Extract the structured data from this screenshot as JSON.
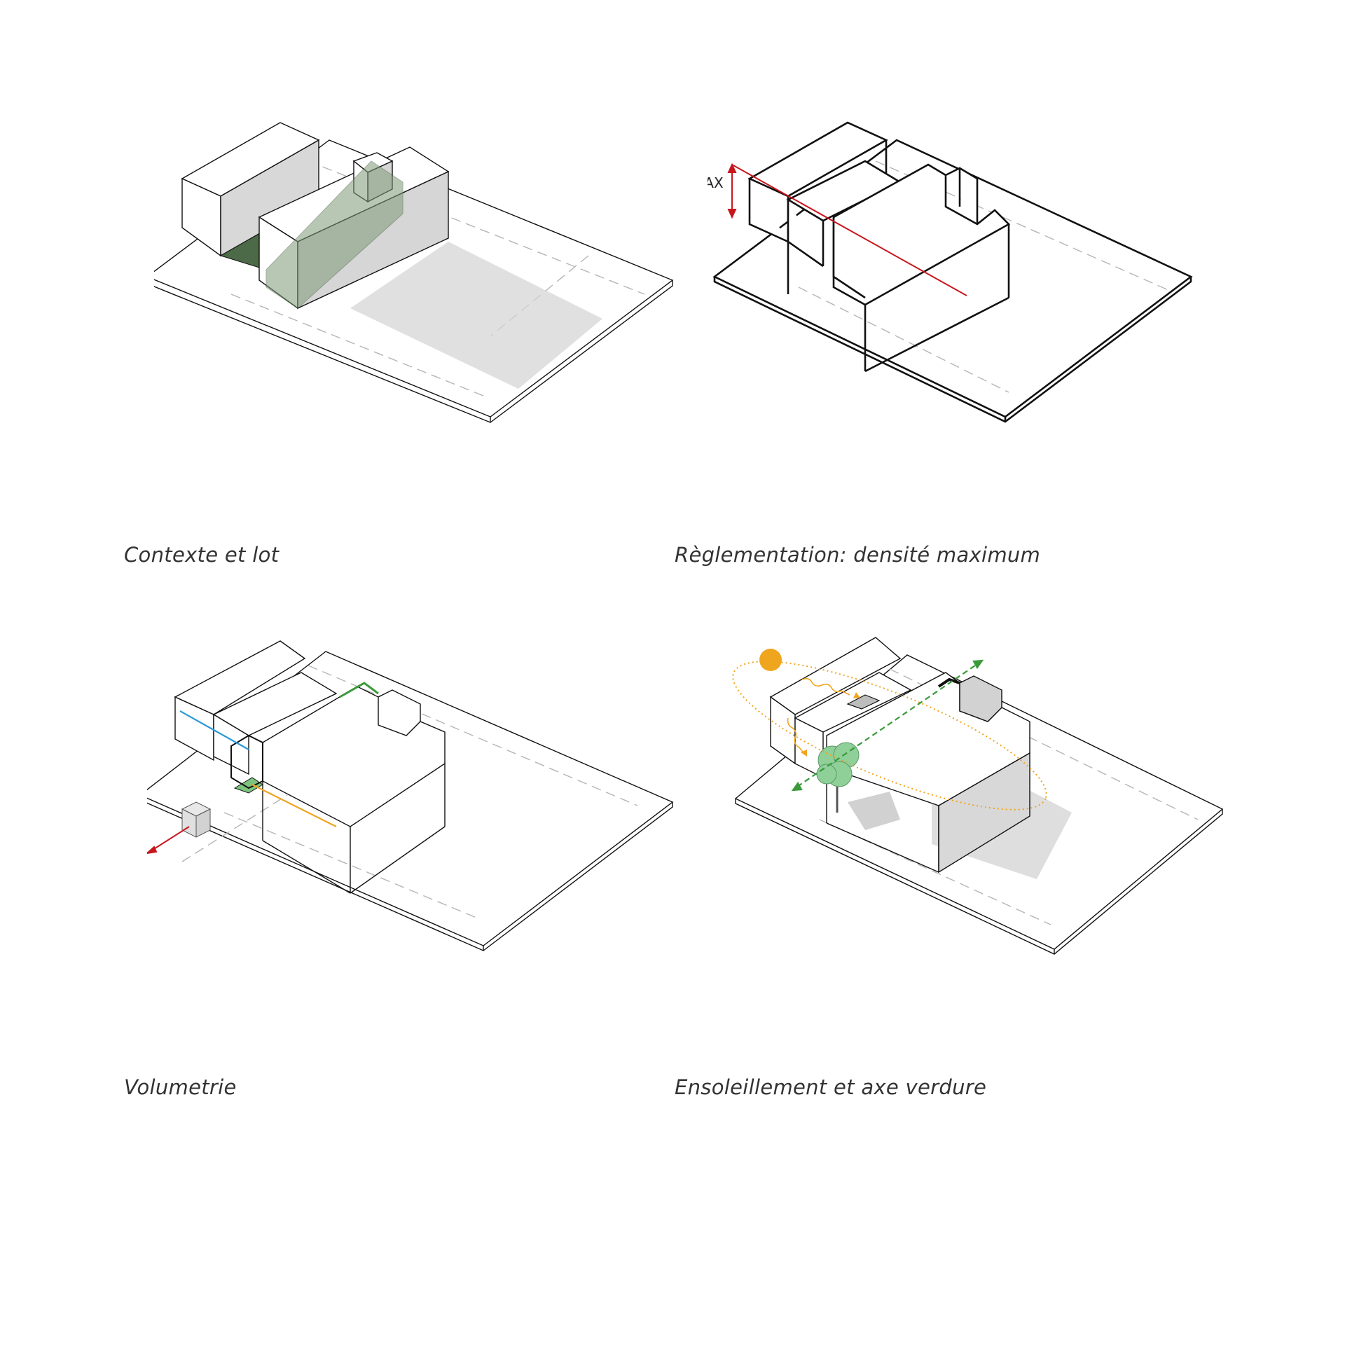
{
  "panels": [
    {
      "caption": "Contexte et lot"
    },
    {
      "caption": "Règlementation: densité maximum",
      "height_label": "MAX"
    },
    {
      "caption": "Volumetrie"
    },
    {
      "caption": "Ensoleillement et axe verdure"
    }
  ],
  "colors": {
    "green_dark": "#4c6a47",
    "green_translucent": "#7f9a78",
    "green_light": "#7cc47d",
    "regulation_red": "#c8161d",
    "blue_axis": "#2a9ad8",
    "orange_axis": "#f0a51e",
    "sun": "#f0a51e",
    "green_axis": "#3a9a3a",
    "shadow": "#d6d6d6",
    "tree": "#8fcf98"
  }
}
